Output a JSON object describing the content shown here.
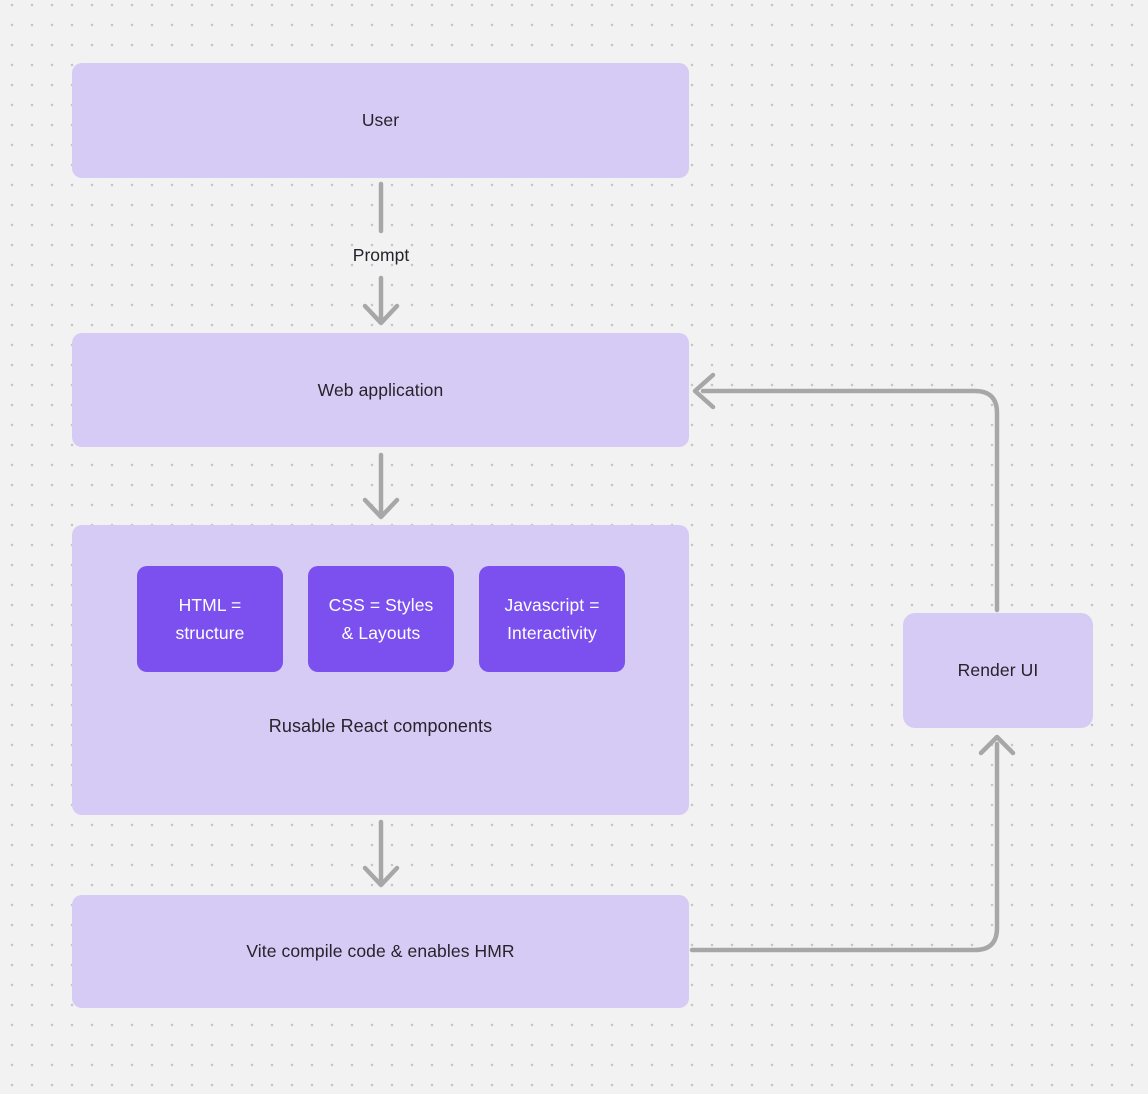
{
  "colors": {
    "canvas_bg": "#f3f2f2",
    "dot": "#c5c4c6",
    "node_light": "#d6cbf4",
    "node_dark": "#7c50ee",
    "text_dark": "#26232a",
    "text_light": "#ffffff",
    "connector": "#a8a7a8"
  },
  "nodes": {
    "user": {
      "label": "User"
    },
    "web_application": {
      "label": "Web application"
    },
    "components_group": {
      "caption": "Rusable React components",
      "children": [
        {
          "lines": [
            "HTML =",
            "structure"
          ]
        },
        {
          "lines": [
            "CSS = Styles",
            "& Layouts"
          ]
        },
        {
          "lines": [
            "Javascript =",
            "Interactivity"
          ]
        }
      ]
    },
    "vite": {
      "label": "Vite compile code & enables HMR"
    },
    "render_ui": {
      "label": "Render UI"
    }
  },
  "edges": {
    "prompt_label": "Prompt"
  }
}
